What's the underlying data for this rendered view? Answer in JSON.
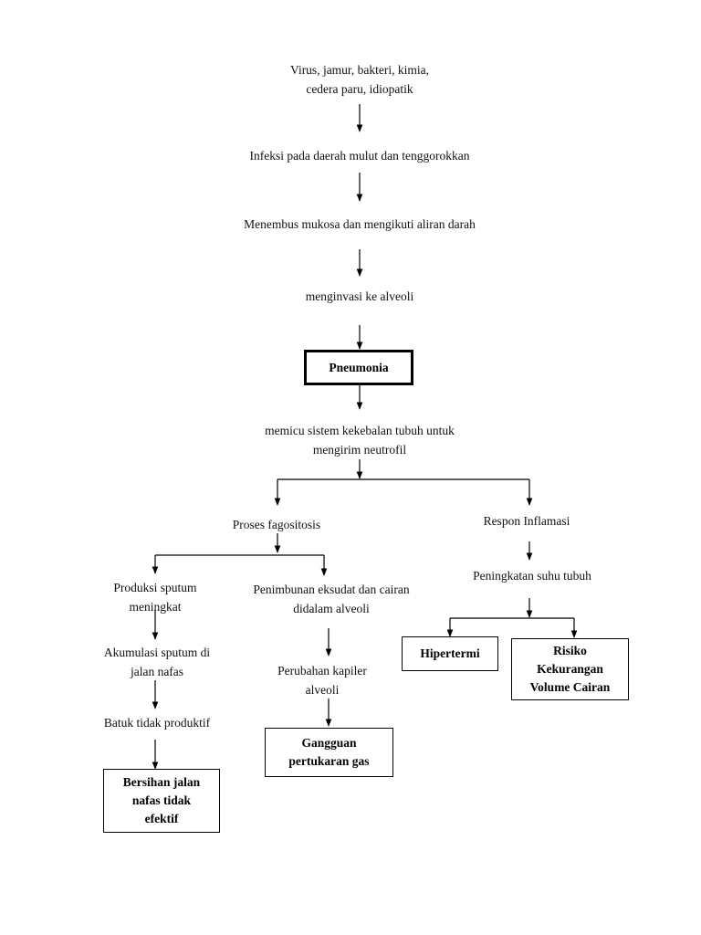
{
  "nodes": {
    "causes": "Virus, jamur, bakteri, kimia,\ncedera paru, idiopatik",
    "infeksi": "Infeksi pada daerah mulut dan tenggorokkan",
    "menembus": "Menembus mukosa dan mengikuti aliran darah",
    "menginvasi": "menginvasi ke alveoli",
    "pneumonia": "Pneumonia",
    "memicu": "memicu sistem kekebalan tubuh untuk\nmengirim neutrofil",
    "fagositosis": "Proses fagositosis",
    "respon": "Respon Inflamasi",
    "peningkatan": "Peningkatan suhu tubuh",
    "hipertermi": "Hipertermi",
    "risiko": "Risiko\nKekurangan\nVolume Cairan",
    "produksi": "Produksi sputum\nmeningkat",
    "penimbunan": "Penimbunan eksudat  dan cairan\ndidalam alveoli",
    "akumulasi": "Akumulasi sputum di\njalan nafas",
    "perubahan": "Perubahan kapiler\nalveoli",
    "batuk": "Batuk tidak  produktif",
    "gangguan": "Gangguan\npertukaran gas",
    "bersihan": "Bersihan jalan\nnafas tidak\nefektif"
  }
}
